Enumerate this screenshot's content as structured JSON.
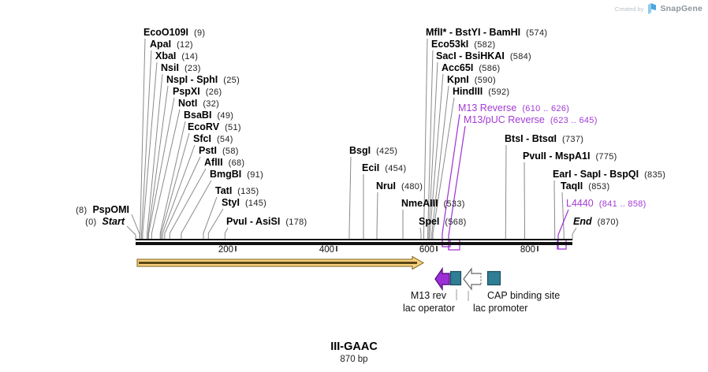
{
  "branding": {
    "created_by": "Created by",
    "brand": "SnapGene"
  },
  "sequence": {
    "name": "III-GAAC",
    "length": "870 bp"
  },
  "ruler": {
    "ticks": [
      "200",
      "400",
      "600",
      "800"
    ]
  },
  "sites": {
    "left": [
      {
        "name": "EcoO109I",
        "pos": "(9)"
      },
      {
        "name": "ApaI",
        "pos": "(12)"
      },
      {
        "name": "XbaI",
        "pos": "(14)"
      },
      {
        "name": "NsiI",
        "pos": "(23)"
      },
      {
        "name": "NspI - SphI",
        "pos": "(25)"
      },
      {
        "name": "PspXI",
        "pos": "(26)"
      },
      {
        "name": "NotI",
        "pos": "(32)"
      },
      {
        "name": "BsaBI",
        "pos": "(49)"
      },
      {
        "name": "EcoRV",
        "pos": "(51)"
      },
      {
        "name": "SfcI",
        "pos": "(54)"
      },
      {
        "name": "PstI",
        "pos": "(58)"
      },
      {
        "name": "AflII",
        "pos": "(68)"
      },
      {
        "name": "BmgBI",
        "pos": "(91)"
      },
      {
        "name": "TatI",
        "pos": "(135)"
      },
      {
        "name": "StyI",
        "pos": "(145)"
      },
      {
        "name": "PvuI - AsiSI",
        "pos": "(178)"
      }
    ],
    "left_edge": [
      {
        "pos": "(8)",
        "name": "PspOMI"
      },
      {
        "pos": "(0)",
        "name": "Start"
      }
    ],
    "middle": [
      {
        "name": "BsgI",
        "pos": "(425)"
      },
      {
        "name": "EciI",
        "pos": "(454)"
      },
      {
        "name": "NruI",
        "pos": "(480)"
      },
      {
        "name": "NmeAIII",
        "pos": "(533)"
      },
      {
        "name": "SpeI",
        "pos": "(568)"
      }
    ],
    "top_right": [
      {
        "name": "MflI* - BstYI - BamHI",
        "pos": "(574)"
      },
      {
        "name": "Eco53kI",
        "pos": "(582)"
      },
      {
        "name": "SacI - BsiHKAI",
        "pos": "(584)"
      },
      {
        "name": "Acc65I",
        "pos": "(586)"
      },
      {
        "name": "KpnI",
        "pos": "(590)"
      },
      {
        "name": "HindIII",
        "pos": "(592)"
      }
    ],
    "top_right_purple": [
      {
        "name": "M13 Reverse",
        "pos": "(610 .. 626)"
      },
      {
        "name": "M13/pUC Reverse",
        "pos": "(623 .. 645)"
      }
    ],
    "right": [
      {
        "name": "BtsI - BtsαI",
        "pos": "(737)"
      },
      {
        "name": "PvuII - MspA1I",
        "pos": "(775)"
      },
      {
        "name": "EarI - SapI - BspQI",
        "pos": "(835)"
      },
      {
        "name": "TaqII",
        "pos": "(853)"
      }
    ],
    "right_purple": [
      {
        "name": "L4440",
        "pos": "(841 .. 858)"
      }
    ],
    "end": {
      "name": "End",
      "pos": "(870)"
    }
  },
  "features": {
    "m13_rev": "M13 rev",
    "lac_operator": "lac operator",
    "lac_promoter": "lac promoter",
    "cap_binding_site": "CAP binding site"
  },
  "colors": {
    "purple": "#9c2fd6",
    "teal": "#2f7e94",
    "gold": "#f9cf7d",
    "leader_gray": "#8a8a8a"
  }
}
